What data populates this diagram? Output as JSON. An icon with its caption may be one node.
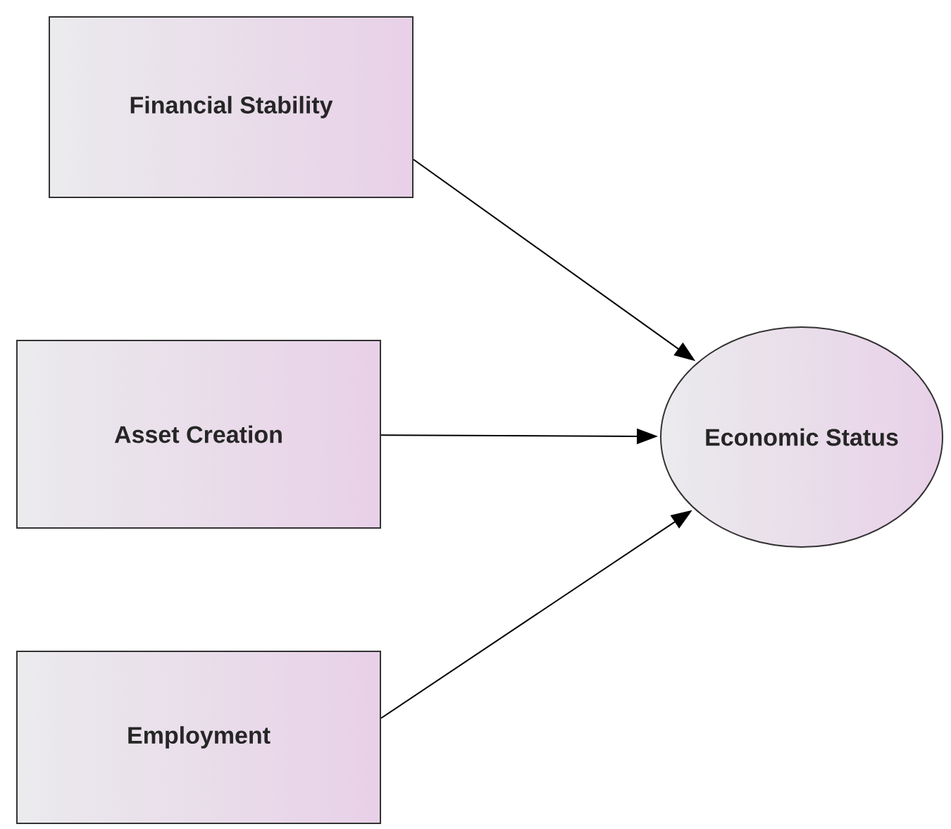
{
  "diagram": {
    "nodes": [
      {
        "text": [
          "Financial Stability"
        ]
      },
      {
        "text": [
          "Asset Creation"
        ]
      },
      {
        "text": [
          "Employment"
        ]
      },
      {
        "text": [
          "Economic Status"
        ]
      }
    ],
    "edges": [
      {
        "from": 0,
        "to": 3,
        "arrow": "to"
      },
      {
        "from": 1,
        "to": 3,
        "arrow": "to"
      },
      {
        "from": 2,
        "to": 3,
        "arrow": "to"
      }
    ]
  }
}
